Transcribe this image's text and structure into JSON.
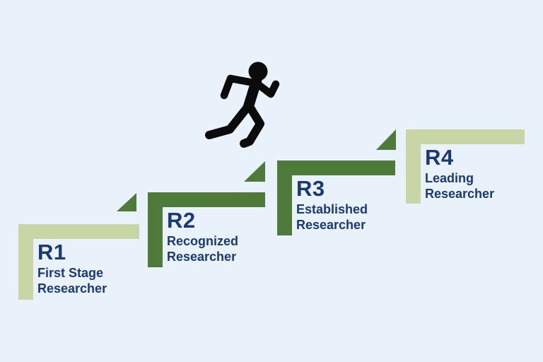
{
  "colors": {
    "background": "#e9f1fa",
    "text": "#1a3977",
    "light_green": "#c7d6a4",
    "dark_green": "#4e7b39",
    "triangle": "#4e7b39",
    "runner": "#0b0b0b"
  },
  "steps": [
    {
      "code": "R1",
      "title_lines": [
        "First Stage",
        "Researcher"
      ],
      "color": "#c7d6a4"
    },
    {
      "code": "R2",
      "title_lines": [
        "Recognized",
        "Researcher"
      ],
      "color": "#4e7b39"
    },
    {
      "code": "R3",
      "title_lines": [
        "Established",
        "Researcher"
      ],
      "color": "#4e7b39"
    },
    {
      "code": "R4",
      "title_lines": [
        "Leading",
        "Researcher"
      ],
      "color": "#c7d6a4"
    }
  ],
  "icons": {
    "runner": "running-person"
  }
}
